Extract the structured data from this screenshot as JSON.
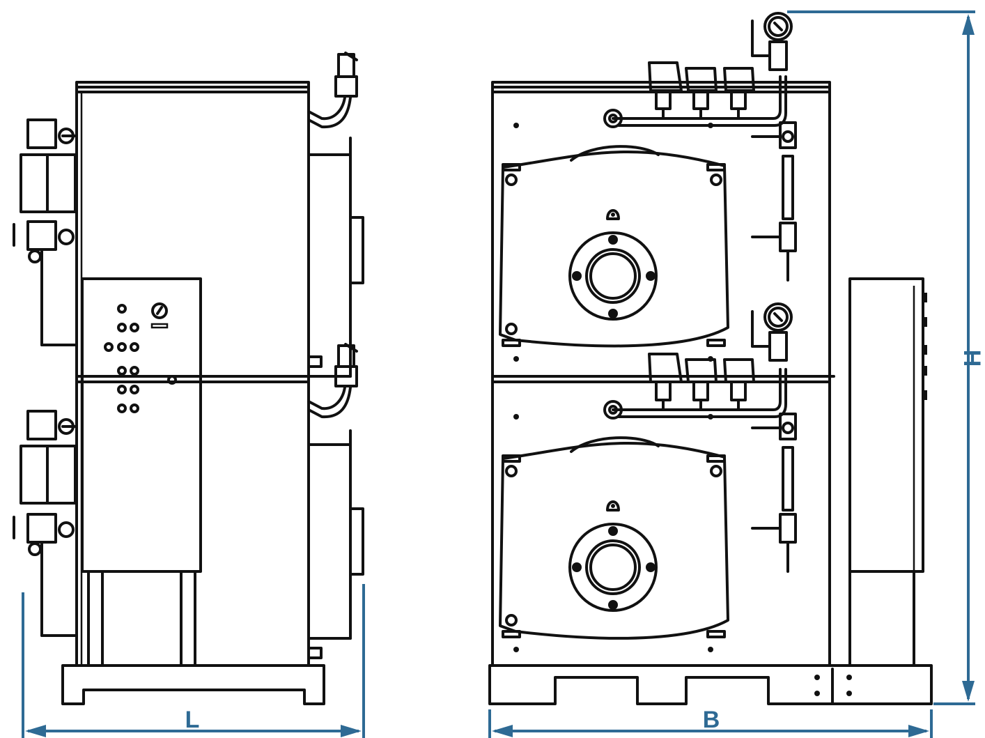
{
  "dimensions": {
    "length_label": "L",
    "width_label": "B",
    "height_label": "H"
  },
  "colors": {
    "line": "#111111",
    "dimension": "#2e6a94",
    "background": "#ffffff"
  }
}
